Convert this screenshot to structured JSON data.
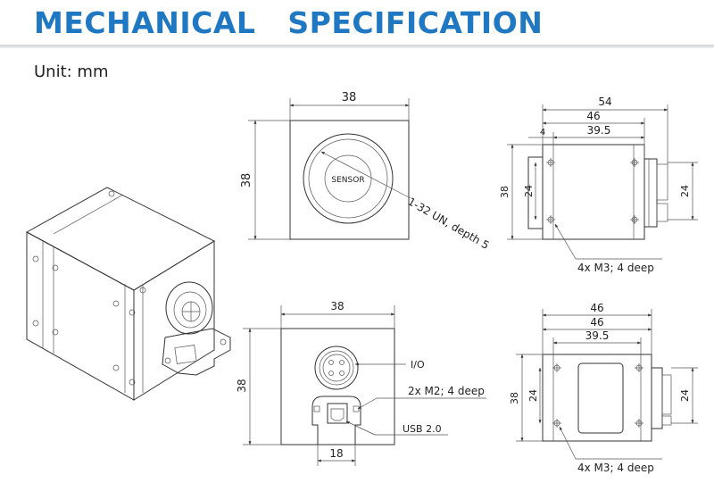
{
  "title": "MECHANICAL   SPECIFICATION",
  "unit_label": "Unit: mm",
  "front_view": {
    "width": "38",
    "height": "38",
    "sensor_label": "SENSOR",
    "mount_label": "1-32 UN, depth 5"
  },
  "side_view_top": {
    "overall": "54",
    "body": "46",
    "inner": "39.5",
    "offset": "4",
    "height": "38",
    "hole_spacing_left": "24",
    "hole_spacing_right": "24",
    "holes_label": "4x M3; 4 deep"
  },
  "rear_view": {
    "width": "38",
    "height": "38",
    "bottom": "18",
    "io_label": "I/O",
    "m2_label": "2x M2; 4 deep",
    "usb_label": "USB 2.0"
  },
  "side_view_bottom": {
    "overall": "46",
    "body": "46",
    "inner": "39.5",
    "height": "38",
    "hole_spacing_left": "24",
    "hole_spacing_right": "24",
    "holes_label": "4x M3; 4 deep"
  }
}
